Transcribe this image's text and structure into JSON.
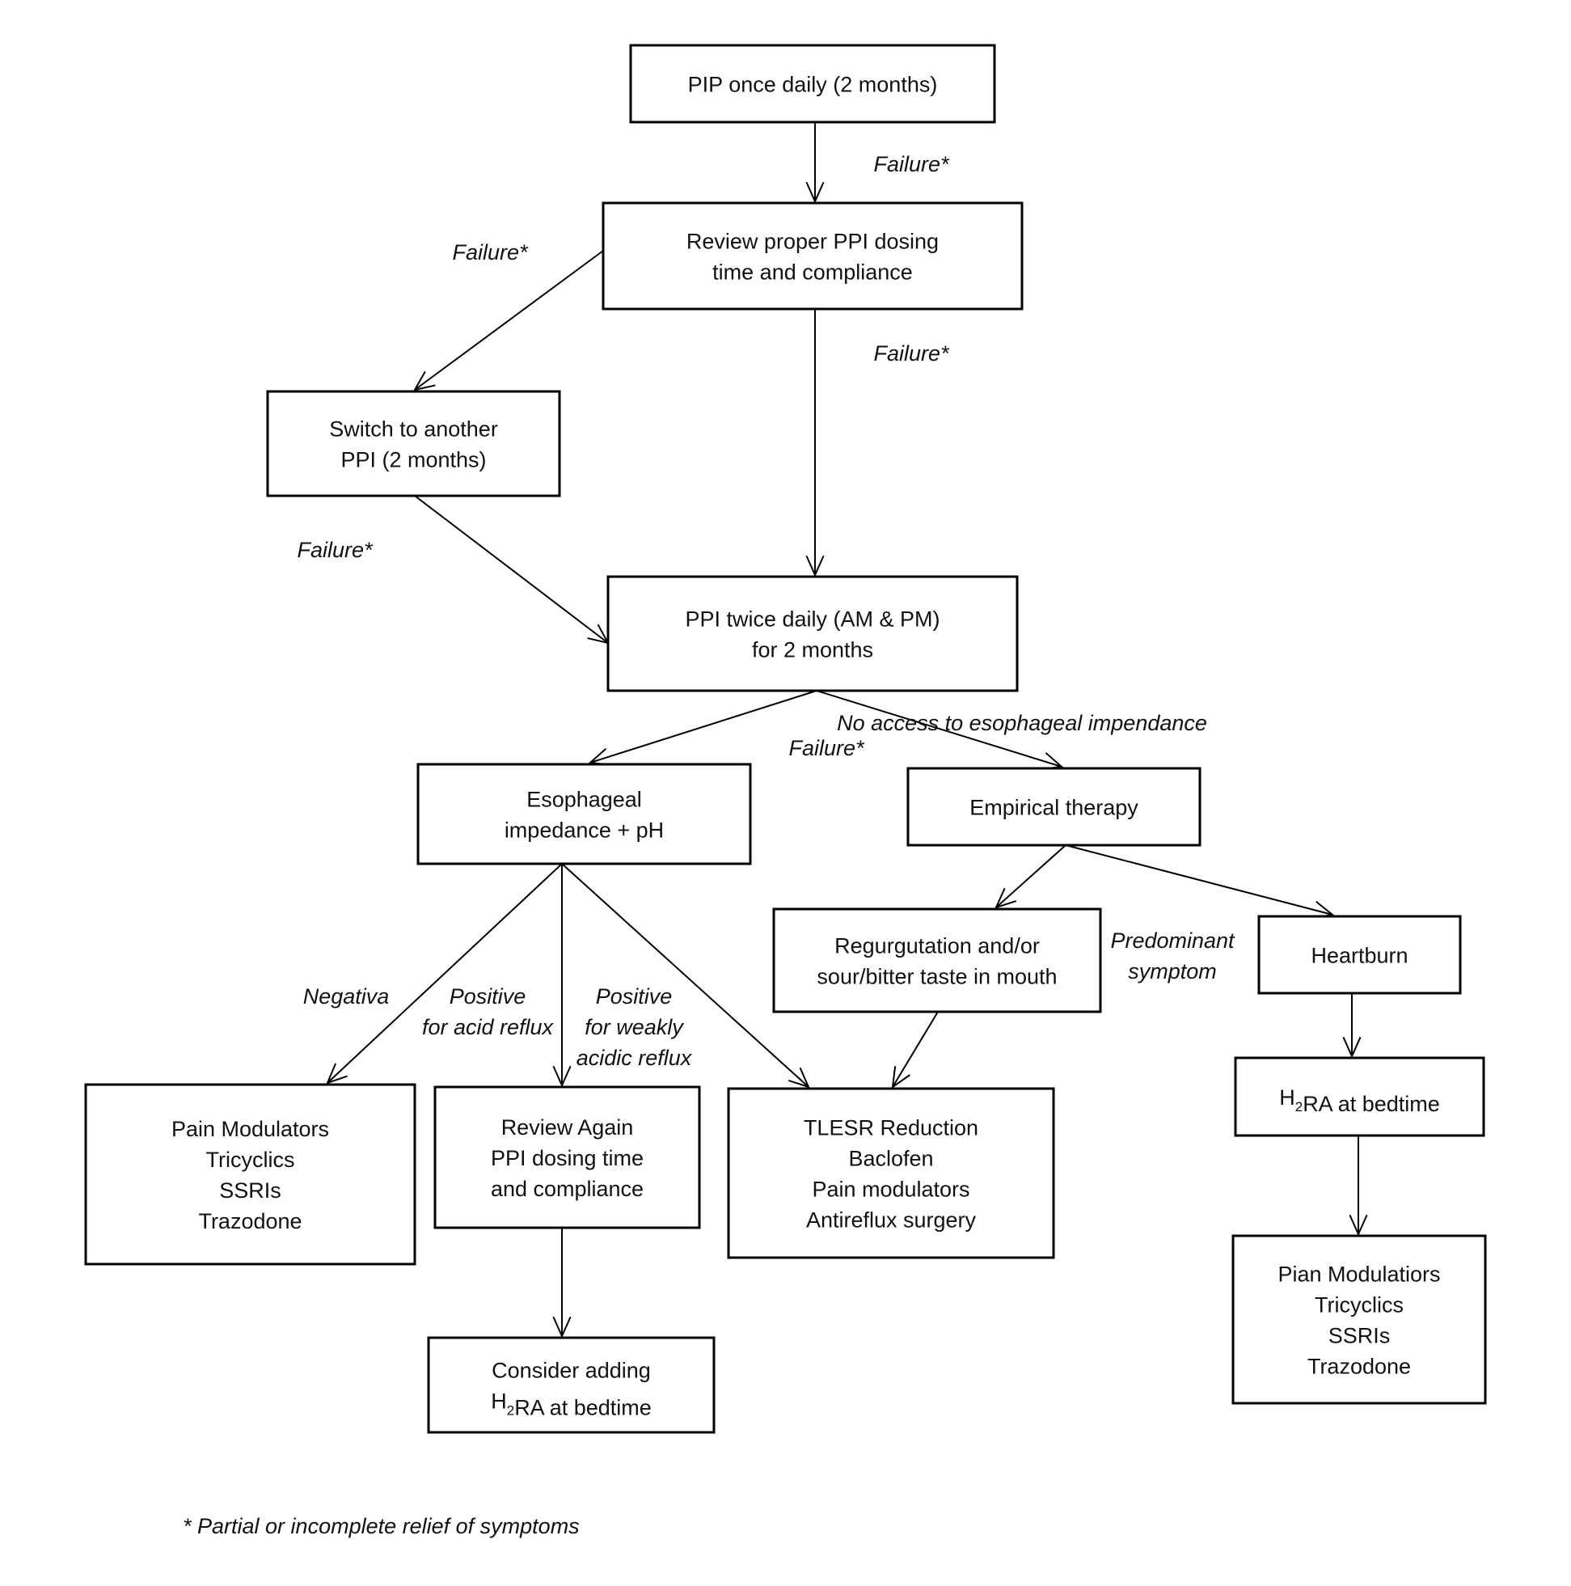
{
  "nodes": {
    "pip_once_daily": {
      "lines": [
        [
          "PIP once daily (2 months)"
        ]
      ]
    },
    "review_dosing": {
      "lines": [
        [
          "Review proper PPI dosing"
        ],
        [
          "time and compliance"
        ]
      ]
    },
    "switch_ppi": {
      "lines": [
        [
          "Switch to another"
        ],
        [
          "PPI (2 months)"
        ]
      ]
    },
    "ppi_twice_daily": {
      "lines": [
        [
          "PPI twice daily (AM & PM)"
        ],
        [
          "for 2 months"
        ]
      ]
    },
    "esophageal_impedance": {
      "lines": [
        [
          "Esophageal"
        ],
        [
          "impedance + pH"
        ]
      ]
    },
    "empirical_therapy": {
      "lines": [
        [
          "Empirical therapy"
        ]
      ]
    },
    "regurgitation": {
      "lines": [
        [
          "Regurgutation and/or"
        ],
        [
          "sour/bitter taste in mouth"
        ]
      ]
    },
    "heartburn": {
      "lines": [
        [
          "Heartburn"
        ]
      ]
    },
    "h2ra_bedtime": {
      "lines": [
        [
          "H",
          {
            "sub": "2"
          },
          "RA at bedtime"
        ]
      ]
    },
    "pain_modulators_left": {
      "lines": [
        [
          "Pain Modulators"
        ],
        [
          "Tricyclics"
        ],
        [
          "SSRIs"
        ],
        [
          "Trazodone"
        ]
      ]
    },
    "review_again": {
      "lines": [
        [
          "Review Again"
        ],
        [
          "PPI dosing time"
        ],
        [
          "and compliance"
        ]
      ]
    },
    "tlesr_reduction": {
      "lines": [
        [
          "TLESR Reduction"
        ],
        [
          "Baclofen"
        ],
        [
          "Pain modulators"
        ],
        [
          "Antireflux surgery"
        ]
      ]
    },
    "consider_h2ra": {
      "lines": [
        [
          "Consider adding"
        ],
        [
          "H",
          {
            "sub": "2"
          },
          "RA at bedtime"
        ]
      ]
    },
    "pain_modulators_right": {
      "lines": [
        [
          "Pian Modulatiors"
        ],
        [
          "Tricyclics"
        ],
        [
          "SSRIs"
        ],
        [
          "Trazodone"
        ]
      ]
    }
  },
  "edges": [
    {
      "from": "pip_once_daily",
      "to": "review_dosing",
      "label": "failure_1"
    },
    {
      "from": "review_dosing",
      "to": "switch_ppi",
      "label": "failure_2"
    },
    {
      "from": "review_dosing",
      "to": "ppi_twice_daily",
      "label": "failure_3"
    },
    {
      "from": "switch_ppi",
      "to": "ppi_twice_daily",
      "label": "failure_4"
    },
    {
      "from": "ppi_twice_daily",
      "to": "esophageal_impedance",
      "label": "failure_5"
    },
    {
      "from": "ppi_twice_daily",
      "to": "empirical_therapy",
      "label": "no_access"
    },
    {
      "from": "esophageal_impedance",
      "to": "pain_modulators_left",
      "label": "negativa"
    },
    {
      "from": "esophageal_impedance",
      "to": "review_again",
      "label": "positive_acid"
    },
    {
      "from": "esophageal_impedance",
      "to": "tlesr_reduction",
      "label": "positive_weakly"
    },
    {
      "from": "empirical_therapy",
      "to": "regurgitation",
      "label": ""
    },
    {
      "from": "empirical_therapy",
      "to": "heartburn",
      "label": ""
    },
    {
      "from": "regurgitation",
      "to": "tlesr_reduction",
      "label": ""
    },
    {
      "from": "heartburn",
      "to": "h2ra_bedtime",
      "label": ""
    },
    {
      "from": "h2ra_bedtime",
      "to": "pain_modulators_right",
      "label": ""
    },
    {
      "from": "review_again",
      "to": "consider_h2ra",
      "label": ""
    }
  ],
  "labels": {
    "failure_1": [
      "Failure*"
    ],
    "failure_2": [
      "Failure*"
    ],
    "failure_3": [
      "Failure*"
    ],
    "failure_4": [
      "Failure*"
    ],
    "failure_5": [
      "Failure*"
    ],
    "no_access": [
      "No access to esophageal impendance"
    ],
    "negativa": [
      "Negativa"
    ],
    "positive_acid": [
      "Positive",
      "for acid reflux"
    ],
    "positive_weakly": [
      "Positive",
      "for weakly",
      "acidic reflux"
    ],
    "predominant_symptom": [
      "Predominant",
      "symptom"
    ]
  },
  "footnote": "* Partial or incomplete relief of symptoms"
}
